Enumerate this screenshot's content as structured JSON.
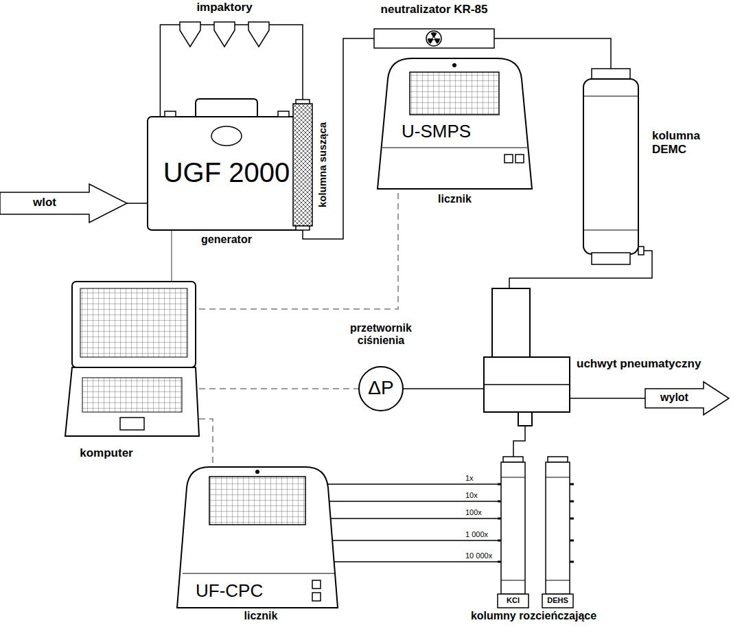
{
  "diagram": {
    "nodes": [
      {
        "text": [
          "wlot"
        ]
      },
      {
        "text": [
          "impaktory"
        ]
      },
      {
        "text": [
          "UGF 2000",
          "generator"
        ]
      },
      {
        "text": [
          "kolumna susząca"
        ]
      },
      {
        "text": [
          "neutralizator KR-85"
        ]
      },
      {
        "text": [
          "U-SMPS",
          "licznik"
        ]
      },
      {
        "text": [
          "kolumna DEMC"
        ]
      },
      {
        "text": [
          "komputer"
        ]
      },
      {
        "text": [
          "przetwornik ciśnienia",
          "ΔP"
        ]
      },
      {
        "text": [
          "uchwyt pneumatyczny"
        ]
      },
      {
        "text": [
          "wylot"
        ]
      },
      {
        "text": [
          "UF-CPC",
          "licznik"
        ]
      },
      {
        "text": [
          "kolumny rozcieńczające"
        ]
      },
      {
        "text": [
          "KCl"
        ],
        "in": 12
      },
      {
        "text": [
          "DEHS"
        ],
        "in": 12
      }
    ],
    "edges": [
      {
        "from": 0,
        "to": 2,
        "arrow": "none"
      },
      {
        "from": 2,
        "to": 1,
        "arrow": "none"
      },
      {
        "from": 1,
        "to": 3,
        "arrow": "none"
      },
      {
        "from": 3,
        "to": 4,
        "arrow": "none"
      },
      {
        "from": 4,
        "to": 6,
        "arrow": "none"
      },
      {
        "from": 6,
        "to": 9,
        "arrow": "none"
      },
      {
        "from": 9,
        "to": 8,
        "arrow": "none"
      },
      {
        "from": 9,
        "to": 10,
        "arrow": "none"
      },
      {
        "from": 9,
        "to": 13,
        "arrow": "none"
      },
      {
        "from": 11,
        "to": 13,
        "label": "1x",
        "arrow": "none"
      },
      {
        "from": 11,
        "to": 13,
        "label": "10x",
        "arrow": "none"
      },
      {
        "from": 11,
        "to": 13,
        "label": "100x",
        "arrow": "none"
      },
      {
        "from": 11,
        "to": 13,
        "label": "1 000x",
        "arrow": "none"
      },
      {
        "from": 11,
        "to": 13,
        "label": "10 000x",
        "arrow": "none"
      },
      {
        "from": 7,
        "to": 2,
        "arrow": "none"
      },
      {
        "from": 7,
        "to": 5,
        "arrow": "none"
      },
      {
        "from": 7,
        "to": 8,
        "arrow": "none"
      },
      {
        "from": 7,
        "to": 11,
        "arrow": "none"
      }
    ]
  }
}
